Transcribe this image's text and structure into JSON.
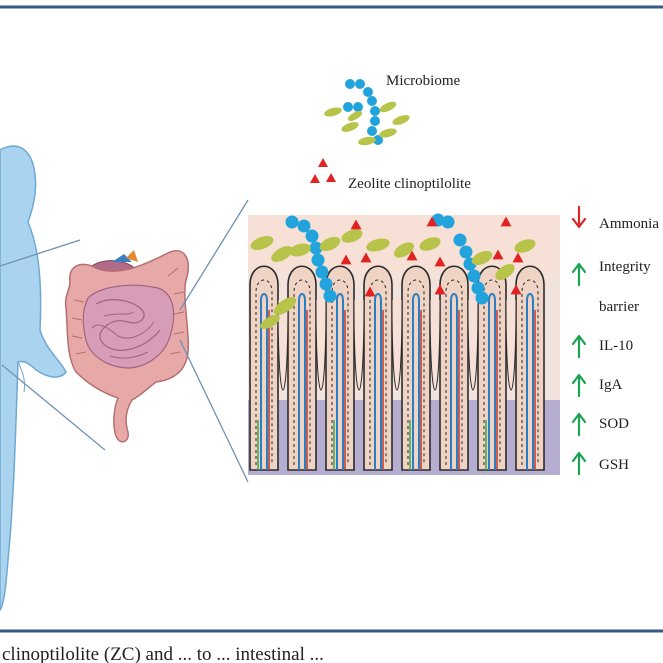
{
  "legend": {
    "microbiome_label": "Microbiome",
    "zeolite_label": "Zeolite clinoptilolite"
  },
  "effects": [
    {
      "label": "Ammonia",
      "direction": "down",
      "color": "#d62a2a"
    },
    {
      "label": "Integrity",
      "direction": "up",
      "color": "#1aa352"
    },
    {
      "label": "barrier",
      "direction": "none",
      "color": ""
    },
    {
      "label": "IL-10",
      "direction": "up",
      "color": "#1aa352"
    },
    {
      "label": "IgA",
      "direction": "up",
      "color": "#1aa352"
    },
    {
      "label": "SOD",
      "direction": "up",
      "color": "#1aa352"
    },
    {
      "label": "GSH",
      "direction": "up",
      "color": "#1aa352"
    }
  ],
  "caption": {
    "text": "clinoptilolite (ZC) and ... to ... intestinal ..."
  },
  "colors": {
    "frame": "#3b5a80",
    "body": "#a9d3ef",
    "body_edge": "#6fa9d3",
    "colon": "#e7a8a8",
    "small_intestine": "#d79cb8",
    "mucus": "#f7e1d6",
    "submucosa": "#b6aed0",
    "microbe_blue": "#23a3dc",
    "microbe_green": "#b8c34a",
    "zeolite_red": "#e02222"
  }
}
